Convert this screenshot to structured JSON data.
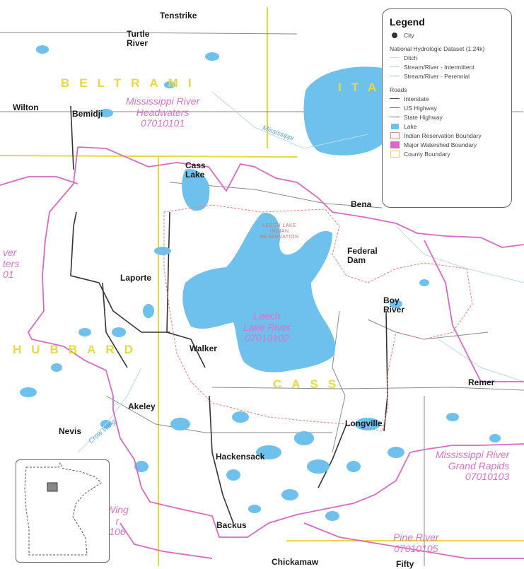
{
  "legend": {
    "title": "Legend",
    "items": [
      {
        "kind": "point",
        "label": "City",
        "color": "#333333"
      },
      {
        "kind": "section",
        "label": "National Hydrologic Dataset (1:24k)"
      },
      {
        "kind": "line",
        "label": "Ditch",
        "color": "#c4dcee"
      },
      {
        "kind": "line",
        "label": "Stream/River - Intermittent",
        "color": "#b8d4ea"
      },
      {
        "kind": "line",
        "label": "Stream/River - Perennial",
        "color": "#9cc3e2"
      },
      {
        "kind": "section",
        "label": "Roads"
      },
      {
        "kind": "line",
        "label": "Interstate",
        "color": "#444444"
      },
      {
        "kind": "line",
        "label": "US Highway",
        "color": "#555555"
      },
      {
        "kind": "line",
        "label": "State Highway",
        "color": "#777777"
      },
      {
        "kind": "fill",
        "label": "Lake",
        "color": "#6ec1ec"
      },
      {
        "kind": "outline",
        "label": "Indian Reservation Boundary",
        "color": "#e48878"
      },
      {
        "kind": "outline",
        "label": "Major Watershed Boundary",
        "color": "#d86ac6"
      },
      {
        "kind": "outline",
        "label": "County Boundary",
        "color": "#e8d844"
      }
    ]
  },
  "cities": {
    "tenstrike": "Tenstrike",
    "turtle_river": "Turtle\nRiver",
    "wilton": "Wilton",
    "bemidji": "Bemidji",
    "cass_lake": "Cass\nLake",
    "bena": "Bena",
    "federal_dam": "Federal\nDam",
    "laporte": "Laporte",
    "boy_river": "Boy\nRiver",
    "walker": "Walker",
    "remer": "Remer",
    "akeley": "Akeley",
    "nevis": "Nevis",
    "longville": "Longville",
    "hackensack": "Hackensack",
    "backus": "Backus",
    "chickamaw": "Chickamaw",
    "fifty": "Fifty"
  },
  "counties": {
    "beltrami": "BELTRAMI",
    "itasca_partial": "ITA",
    "hubbard": "HUBBARD",
    "cass": "CASS"
  },
  "watersheds": {
    "headwaters": "Mississippi River\nHeadwaters\n07010101",
    "leech_lake": "Leech\nLake River\n07010102",
    "grand_rapids": "Mississippi River\nGrand Rapids\n07010103",
    "pine_river": "Pine River\n07010105",
    "left_partial": "ver\nters\n01",
    "crow_wing_partial": "Wing\nr\n106"
  },
  "rivers": {
    "mississippi": "Mississippi",
    "crow_wing": "Crow Wing"
  },
  "reservation": {
    "label": "LEECH LAKE\nINDIAN\nRESERVATION"
  },
  "colors": {
    "lake": "#6ec1ec",
    "watershed": "#d86ac6",
    "reservation": "#e48878",
    "county": "#e8d844",
    "road": "#8a8a8a",
    "highway": "#333333",
    "stream": "#b9d9ef"
  }
}
